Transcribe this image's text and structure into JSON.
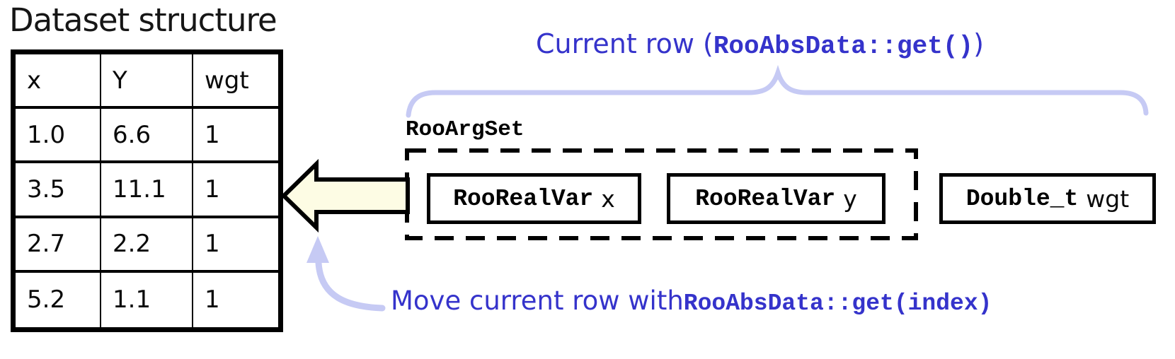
{
  "title": "Dataset structure",
  "table": {
    "headers": [
      "x",
      "Y",
      "wgt"
    ],
    "rows": [
      [
        "1.0",
        "6.6",
        "1"
      ],
      [
        "3.5",
        "11.1",
        "1"
      ],
      [
        "2.7",
        "2.2",
        "1"
      ],
      [
        "5.2",
        "1.1",
        "1"
      ]
    ]
  },
  "argset": {
    "label": "RooArgSet",
    "boxes": [
      {
        "type": "RooRealVar",
        "name": "x"
      },
      {
        "type": "RooRealVar",
        "name": "y"
      }
    ]
  },
  "weight_box": {
    "type": "Double_t",
    "name": "wgt"
  },
  "annotations": {
    "current_row": {
      "prefix": "Current row (",
      "code": "RooAbsData::get()",
      "suffix": ")"
    },
    "move_row": {
      "prefix": "Move current row with ",
      "code": "RooAbsData::get(index)"
    }
  },
  "icons": {
    "big_arrow": "left-block-arrow",
    "curved_arrow": "curved-up-arrow",
    "brace": "top-curly-brace"
  },
  "colors": {
    "annotation-blue": "#3533cb",
    "lavender": "#c6caf4",
    "arrow-fill": "#fdfce4",
    "ink": "#000000"
  }
}
